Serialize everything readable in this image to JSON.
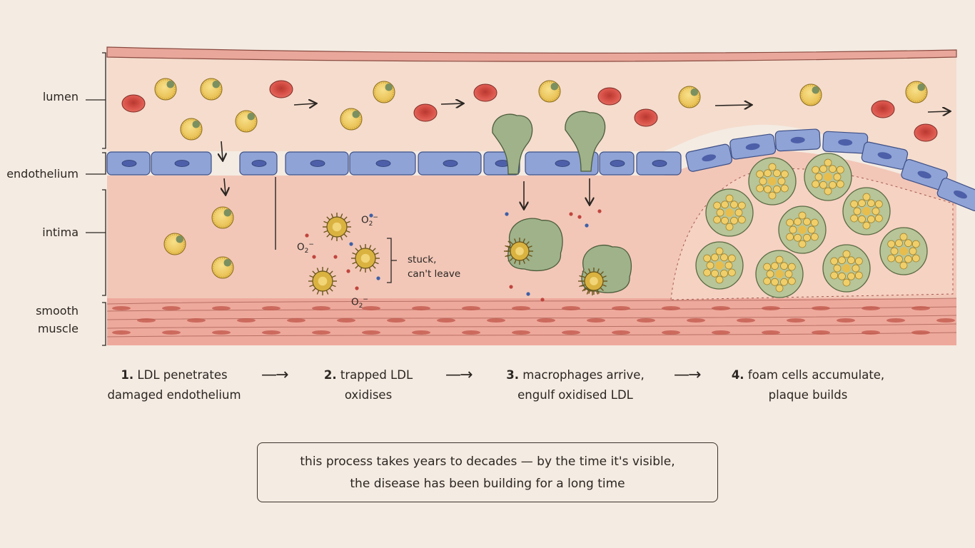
{
  "layers": {
    "lumen": "lumen",
    "endothelium": "endothelium",
    "intima": "intima",
    "smooth_line1": "smooth",
    "smooth_line2": "muscle"
  },
  "annotations": {
    "stuck_line1": "stuck,",
    "stuck_line2": "can't leave",
    "o2": "O",
    "o2_sub": "2",
    "o2_sup": "−"
  },
  "steps": [
    {
      "num": "1.",
      "line1": "LDL penetrates",
      "line2": "damaged endothelium"
    },
    {
      "num": "2.",
      "line1": "trapped LDL",
      "line2": "oxidises"
    },
    {
      "num": "3.",
      "line1": "macrophages arrive,",
      "line2": "engulf oxidised LDL"
    },
    {
      "num": "4.",
      "line1": "foam cells accumulate,",
      "line2": "plaque builds"
    }
  ],
  "step_arrow": "—→",
  "note": {
    "line1": "this process takes years to decades — by the time it's visible,",
    "line2": "the disease has been building for a long time"
  },
  "colors": {
    "background": "#f4ebe2",
    "lumen": "#f5dccd",
    "endothelium_cell": "#8fa3d6",
    "intima": "#f2c7b8",
    "muscle": "#eda99c",
    "rbc": "#d9534a",
    "ldl": "#f0cf6a",
    "macrophage": "#9fb28a"
  },
  "icons": [
    "red-blood-cell-icon",
    "ldl-particle-icon",
    "oxidised-ldl-icon",
    "macrophage-icon",
    "foam-cell-icon",
    "arrow-icon"
  ]
}
